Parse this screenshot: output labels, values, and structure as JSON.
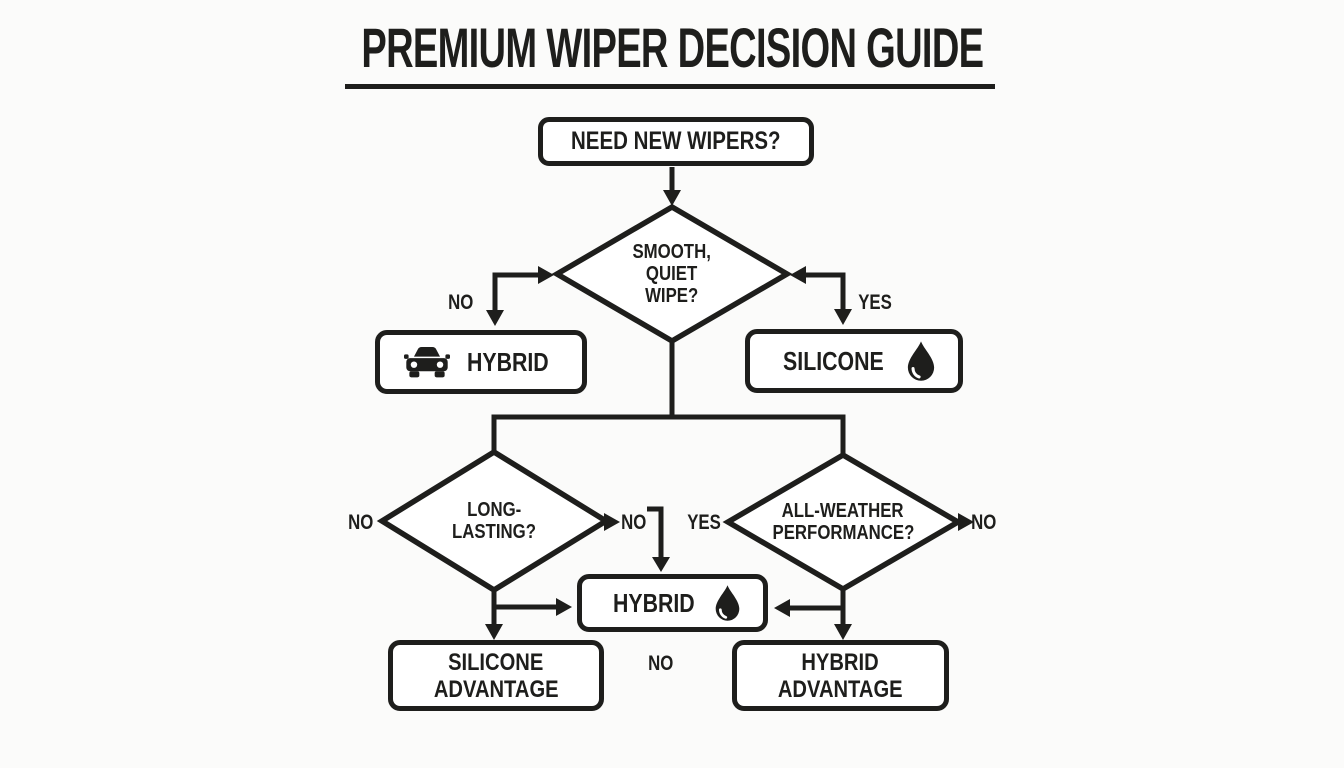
{
  "title": {
    "text": "PREMIUM WIPER DECISION GUIDE"
  },
  "nodes": {
    "start": {
      "label": "NEED NEW WIPERS?"
    },
    "smooth_quiet": {
      "l1": "SMOOTH,",
      "l2": "QUIET",
      "l3": "WIPE?"
    },
    "hybrid_left": {
      "label": "HYBRID",
      "icon": "car-icon"
    },
    "silicone": {
      "label": "SILICONE",
      "icon": "droplet-icon"
    },
    "long_lasting": {
      "l1": "LONG-",
      "l2": "LASTING?"
    },
    "all_weather": {
      "l1": "ALL-WEATHER",
      "l2": "PERFORMANCE?"
    },
    "hybrid_mid": {
      "label": "HYBRID",
      "icon": "droplet-icon"
    },
    "silicone_advantage": {
      "l1": "SILICONE",
      "l2": "ADVANTAGE"
    },
    "hybrid_advantage": {
      "l1": "HYBRID",
      "l2": "ADVANTAGE"
    }
  },
  "labels": {
    "smooth_no": "NO",
    "smooth_yes": "YES",
    "long_no": "NO",
    "long_no_inner": "NO",
    "weather_yes": "YES",
    "weather_no": "NO",
    "bottom_no": "NO"
  },
  "colors": {
    "ink": "#1e1e1c",
    "background": "#fbfbfa",
    "node_fill": "#ffffff"
  }
}
